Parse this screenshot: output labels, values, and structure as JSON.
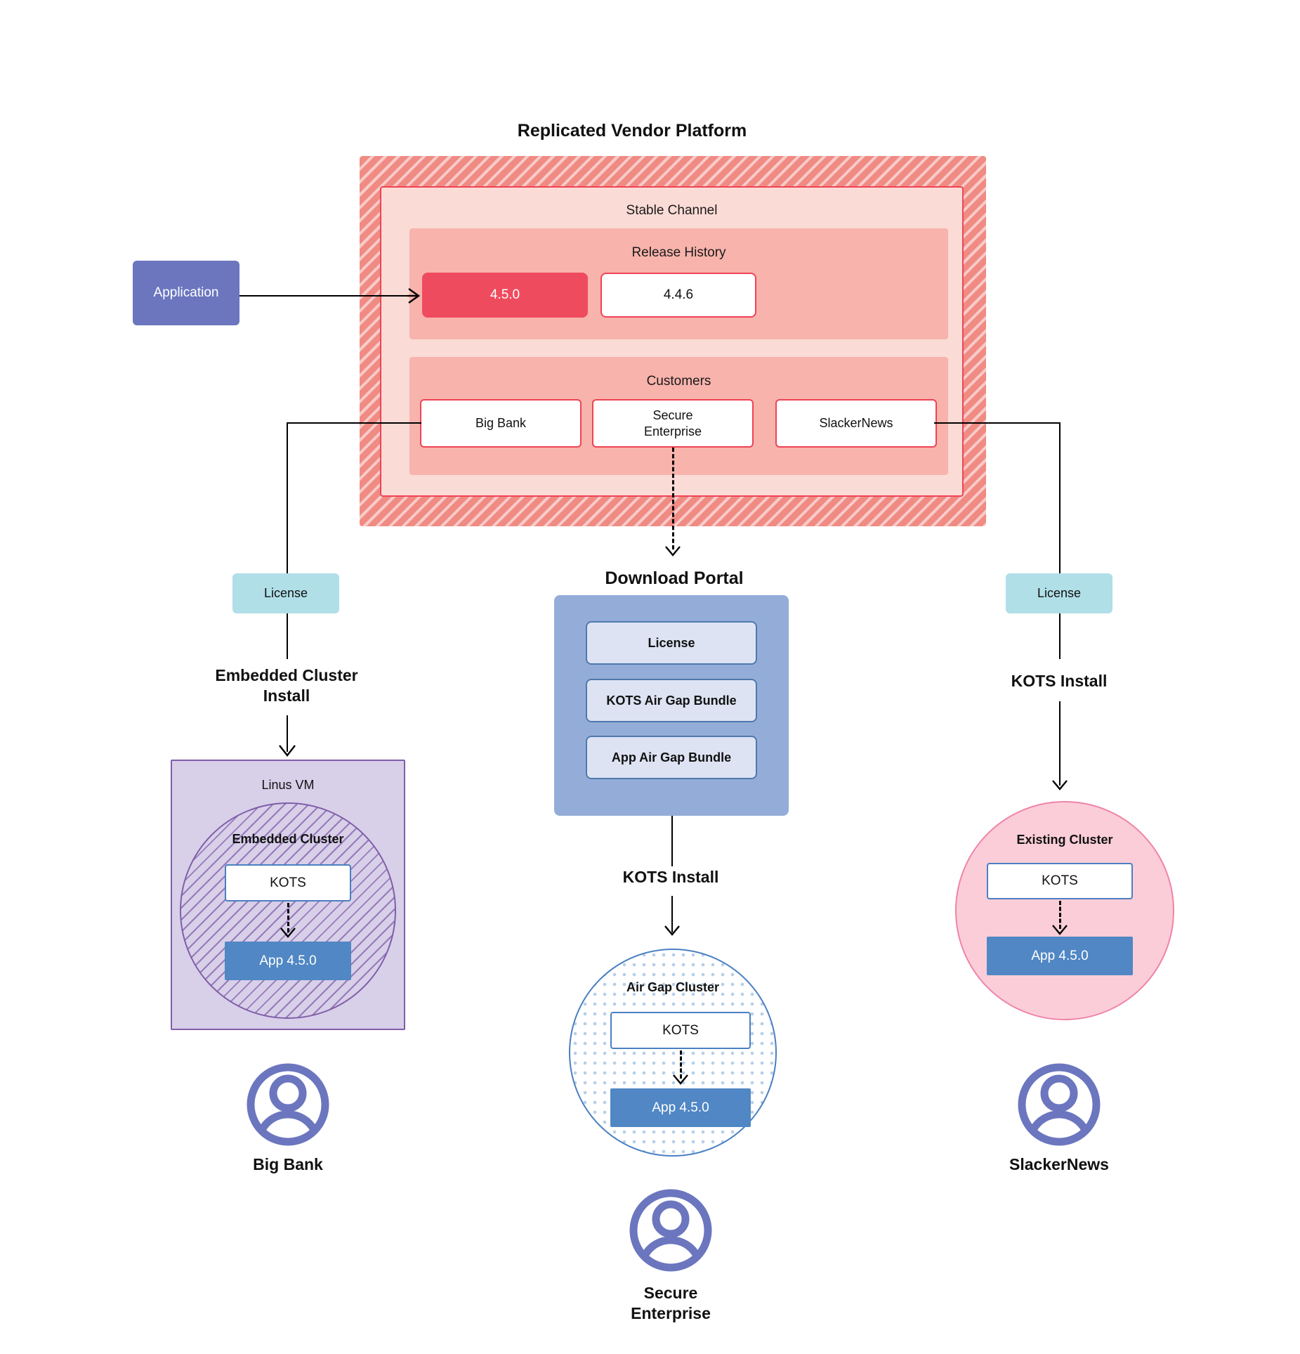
{
  "diagram": {
    "title": "Replicated Vendor Platform",
    "application_box": {
      "label": "Application"
    },
    "stable_channel": {
      "heading": "Stable Channel",
      "release_history": {
        "heading": "Release History",
        "releases": [
          {
            "version": "4.5.0",
            "state": "current"
          },
          {
            "version": "4.4.6",
            "state": "previous"
          }
        ]
      },
      "customers": {
        "heading": "Customers",
        "items": [
          {
            "name": "Big Bank"
          },
          {
            "name": "Secure\nEnterprise"
          },
          {
            "name": "SlackerNews"
          }
        ]
      }
    },
    "branches": {
      "left": {
        "license_label": "License",
        "flow_label": "Embedded Cluster\nInstall",
        "vm_heading": "Linus VM",
        "cluster_heading": "Embedded Cluster",
        "kots_label": "KOTS",
        "app_label": "App 4.5.0",
        "person_label": "Big Bank"
      },
      "center": {
        "portal_title": "Download  Portal",
        "portal_items": [
          {
            "label": "License"
          },
          {
            "label": "KOTS Air Gap Bundle"
          },
          {
            "label": "App Air Gap Bundle"
          }
        ],
        "flow_label": "KOTS Install",
        "cluster_heading": "Air Gap Cluster",
        "kots_label": "KOTS",
        "app_label": "App 4.5.0",
        "person_label": "Secure\nEnterprise"
      },
      "right": {
        "license_label": "License",
        "flow_label": "KOTS Install",
        "cluster_heading": "Existing Cluster",
        "kots_label": "KOTS",
        "app_label": "App 4.5.0",
        "person_label": "SlackerNews"
      }
    },
    "colors": {
      "vendor_hatch": "#f08b84",
      "stable_channel": "#fbdbd5",
      "inner_panel": "#f8b3ac",
      "release_current": "#ef4b5f",
      "release_border": "#ef4355",
      "application": "#6b76bf",
      "license_chip": "#b0dfe8",
      "download_portal": "#94add8",
      "portal_item": "#dde3f3",
      "linux_vm": "#d8cfe9",
      "embedded_cluster_stroke": "#7f5ea8",
      "airgap_stroke": "#4a7fc1",
      "existing_cluster": "#fbcdd9",
      "existing_cluster_stroke": "#ef84a8",
      "kots_stroke": "#4a7fc1",
      "app_fill": "#5087c4",
      "person_icon": "#6b76bf",
      "connector": "#000000"
    },
    "icons": {
      "person": "person-circle-icon",
      "arrow": "arrow-down-icon"
    }
  }
}
